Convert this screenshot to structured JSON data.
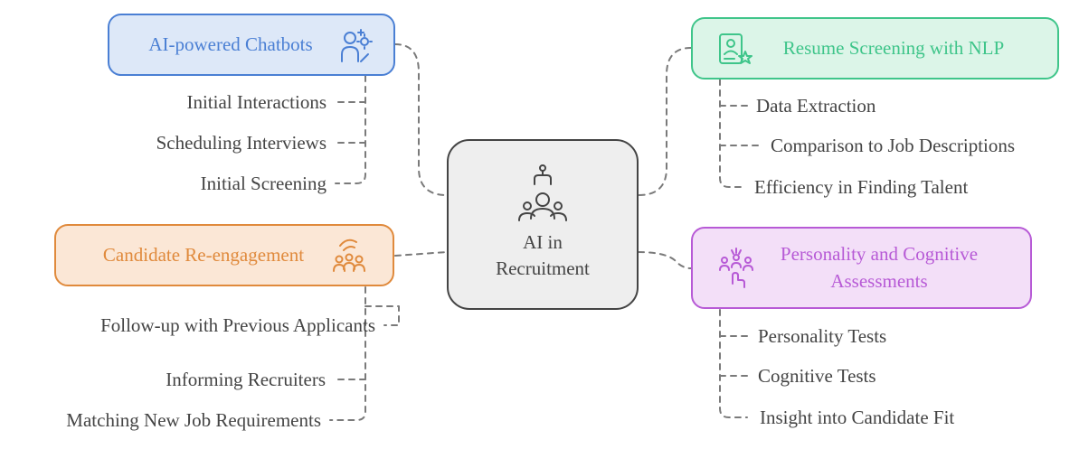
{
  "center": {
    "line1": "AI in",
    "line2": "Recruitment",
    "icon": "robot-claw-people-icon"
  },
  "colors": {
    "blue": "#4a7fd4",
    "blue_fill": "#dde8f8",
    "green": "#3fc58a",
    "green_fill": "#dcf5e8",
    "orange": "#e08a3c",
    "orange_fill": "#fbe7d6",
    "purple": "#b75ad6",
    "purple_fill": "#f3dff8",
    "center_stroke": "#444444",
    "center_fill": "#eeeeee",
    "text": "#444444",
    "connector": "#7a7a7a"
  },
  "branches": {
    "chatbots": {
      "label": "AI-powered Chatbots",
      "icon": "robot-gear-person-icon",
      "items": [
        "Initial Interactions",
        "Scheduling Interviews",
        "Initial Screening"
      ]
    },
    "resume": {
      "label": "Resume Screening with NLP",
      "icon": "resume-star-icon",
      "items": [
        "Data Extraction",
        "Comparison to Job Descriptions",
        "Efficiency in Finding Talent"
      ]
    },
    "reengage": {
      "label": "Candidate Re-engagement",
      "icon": "people-group-icon",
      "items": [
        "Follow-up with Previous Applicants",
        "Informing Recruiters",
        "Matching New Job Requirements"
      ]
    },
    "assess": {
      "label_line1": "Personality and Cognitive",
      "label_line2": "Assessments",
      "icon": "team-assessment-icon",
      "items": [
        "Personality Tests",
        "Cognitive Tests",
        "Insight into Candidate Fit"
      ]
    }
  }
}
